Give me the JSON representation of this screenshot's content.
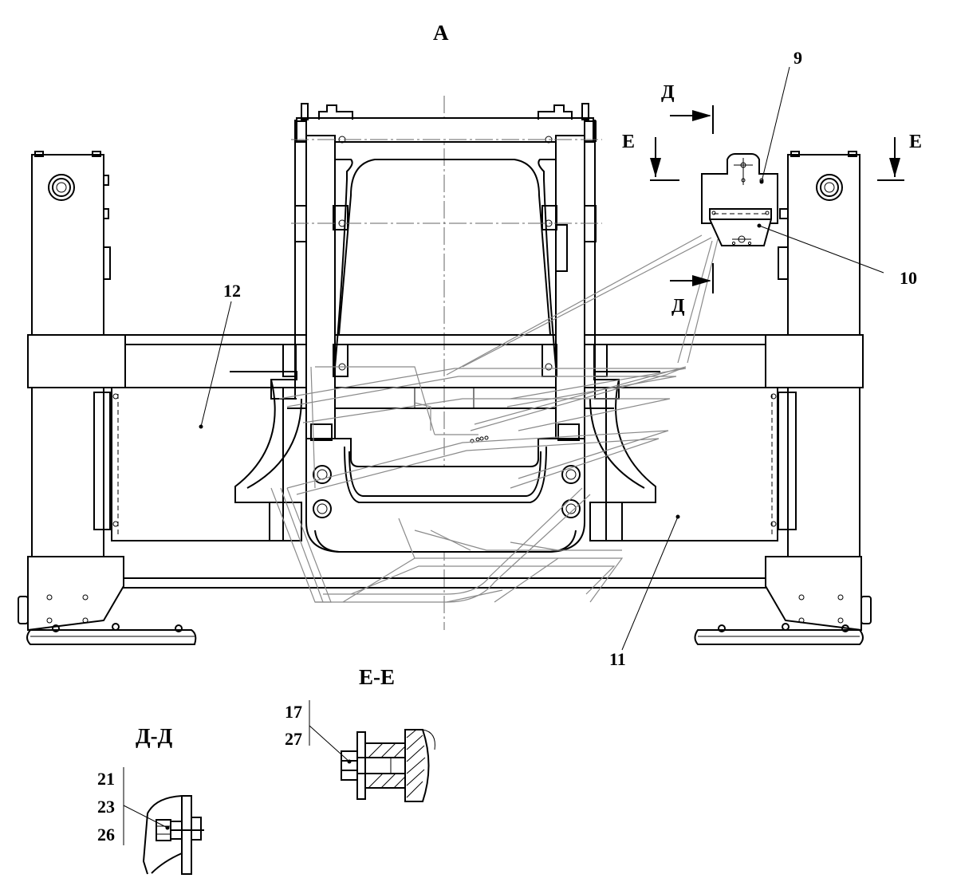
{
  "view_title": "А",
  "section_labels": {
    "e": "Е",
    "d": "Д"
  },
  "section_titles": {
    "ee": "Е-Е",
    "dd": "Д-Д"
  },
  "callouts": {
    "c9": "9",
    "c10": "10",
    "c11": "11",
    "c12": "12",
    "c17": "17",
    "c27": "27",
    "c21": "21",
    "c23": "23",
    "c26": "26"
  }
}
